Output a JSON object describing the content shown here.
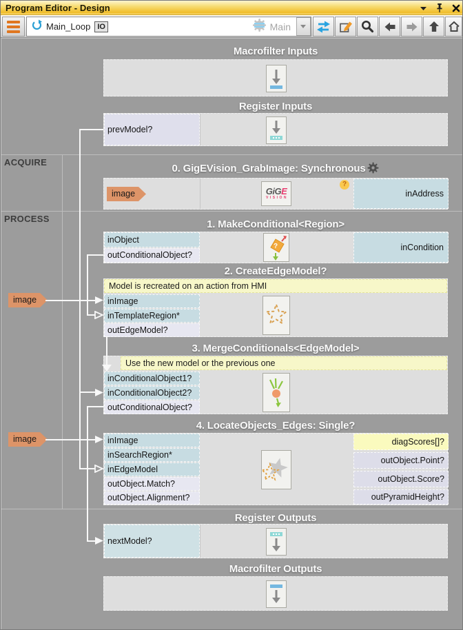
{
  "window": {
    "title": "Program Editor - Design"
  },
  "toolbar": {
    "macrofilter_name": "Main_Loop",
    "io_badge": "IO",
    "view_label": "Main"
  },
  "sections": {
    "acquire": "ACQUIRE",
    "process": "PROCESS"
  },
  "groups": {
    "macrofilter_inputs": {
      "title": "Macrofilter Inputs"
    },
    "register_inputs": {
      "title": "Register Inputs",
      "port": "prevModel?"
    },
    "grab_image": {
      "title": "0. GigEVision_GrabImage: Synchronous",
      "out_port": "image",
      "in_port": "inAddress",
      "help_badge": "?",
      "logo_line1a": "GiG",
      "logo_line1b": "E",
      "logo_line2": "VISION"
    },
    "make_conditional": {
      "title": "1. MakeConditional<Region>",
      "ports": [
        "inObject",
        "outConditionalObject?"
      ],
      "right_port": "inCondition"
    },
    "create_edge_model": {
      "title": "2. CreateEdgeModel?",
      "comment": "Model is recreated on an action from HMI",
      "ports": [
        "inImage",
        "inTemplateRegion*",
        "outEdgeModel?"
      ]
    },
    "merge_conditionals": {
      "title": "3. MergeConditionals<EdgeModel>",
      "comment": "Use the new model or the previous one",
      "ports": [
        "inConditionalObject1?",
        "inConditionalObject2?",
        "outConditionalObject?"
      ]
    },
    "locate_objects": {
      "title": "4. LocateObjects_Edges: Single?",
      "left_ports": [
        "inImage",
        "inSearchRegion*",
        "inEdgeModel",
        "outObject.Match?",
        "outObject.Alignment?"
      ],
      "right_ports": [
        "diagScores[]?",
        "outObject.Point?",
        "outObject.Score?",
        "outPyramidHeight?"
      ]
    },
    "register_outputs": {
      "title": "Register Outputs",
      "port": "nextModel?"
    },
    "macrofilter_outputs": {
      "title": "Macrofilter Outputs"
    }
  },
  "tags": {
    "image_1": "image",
    "image_2": "image"
  },
  "colors": {
    "titlebar_gold": "#f2c236",
    "canvas": "#9c9c9c",
    "block": "#dedede",
    "port_in": "#c7dce2",
    "port_out": "#e7e7f1",
    "port_diag": "#fafabe",
    "comment": "#f7f7c9",
    "image_tag": "#dd9468",
    "accent_blue": "#29a3e0",
    "accent_orange": "#e0761f",
    "connection": "#f8f8f8"
  }
}
